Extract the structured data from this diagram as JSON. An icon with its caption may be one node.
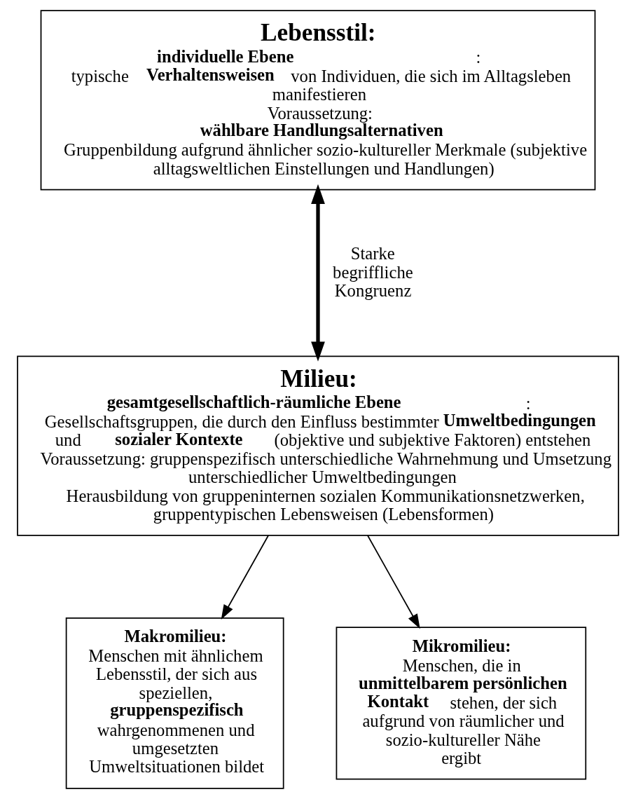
{
  "diagram": {
    "nodes": [
      {
        "text": [
          "Lebensstil:",
          "**individuelle Ebene**:",
          "typische **Verhaltensweisen** von Individuen, die sich im Alltagsleben manifestieren",
          "Voraussetzung:",
          "**wählbare Handlungsalternativen**",
          "Gruppenbildung aufgrund ähnlicher sozio-kultureller Merkmale (subjektive alltagsweltlichen Einstellungen und Handlungen)"
        ]
      },
      {
        "text": [
          "Milieu:",
          "**gesamtgesellschaftlich-räumliche Ebene**:",
          "Gesellschaftsgruppen, die durch den Einfluss bestimmter **Umweltbedingungen** und **sozialer Kontexte** (objektive und subjektive Faktoren) entstehen",
          "Voraussetzung: gruppenspezifisch unterschiedliche Wahrnehmung und Umsetzung unterschiedlicher Umweltbedingungen",
          "Herausbildung von gruppeninternen sozialen Kommunikationsnetzwerken, gruppentypischen Lebensweisen (Lebensformen)"
        ]
      },
      {
        "text": [
          "Makromilieu:",
          "Menschen mit ähnlichem Lebensstil, der sich aus speziellen, **gruppenspezifisch** wahrgenommenen und umgesetzten Umweltsituationen bildet"
        ]
      },
      {
        "text": [
          "Mikromilieu:",
          "Menschen, die in **unmittelbarem persönlichen Kontakt** stehen, der sich aufgrund von räumlicher und sozio-kultureller Nähe ergibt"
        ]
      }
    ],
    "edges": [
      {
        "from": 0,
        "to": 1,
        "arrow": "both",
        "label": "Starke begriffliche Kongruenz",
        "style": "thick"
      },
      {
        "from": 1,
        "to": 2,
        "arrow": "to"
      },
      {
        "from": 1,
        "to": 3,
        "arrow": "to"
      }
    ]
  }
}
